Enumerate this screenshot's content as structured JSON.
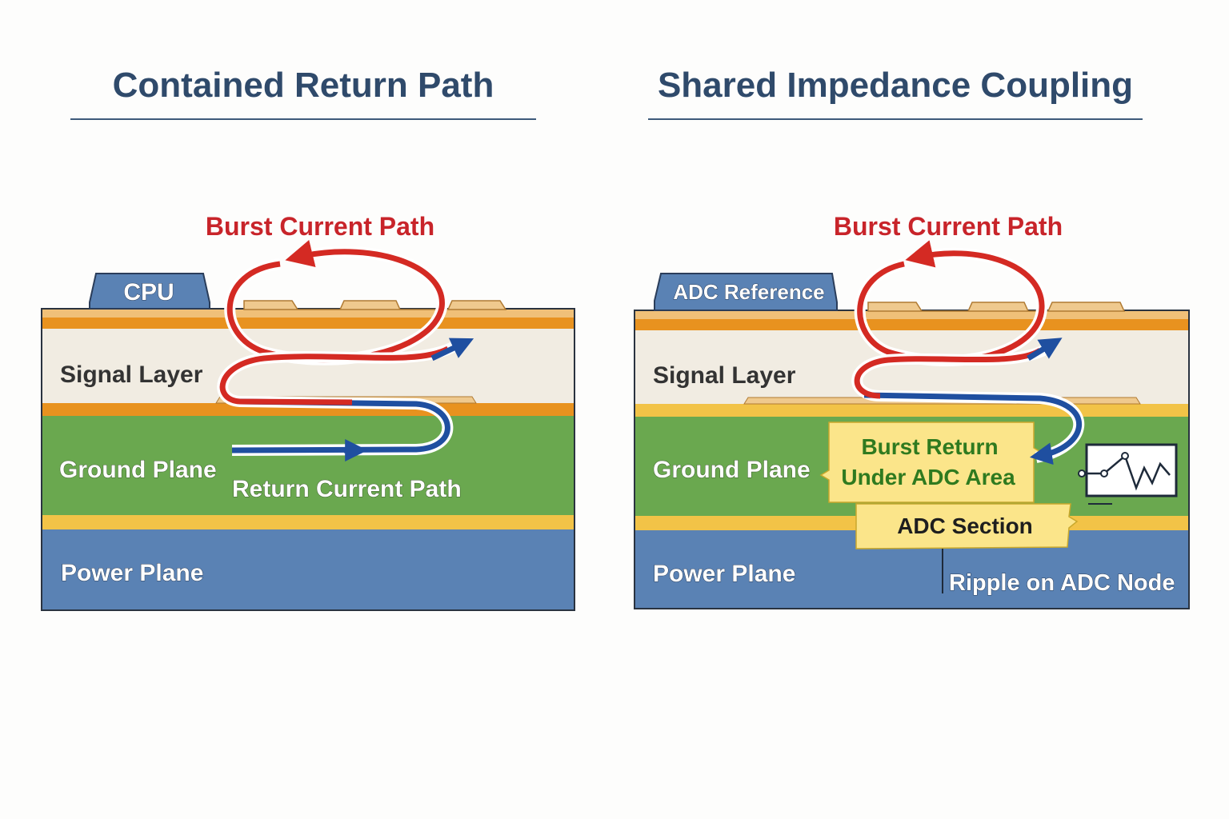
{
  "left_panel": {
    "title": "Contained Return Path",
    "burst_label": "Burst Current Path",
    "chip_label": "CPU",
    "signal_layer_label": "Signal Layer",
    "ground_plane_label": "Ground Plane",
    "return_label": "Return Current Path",
    "power_plane_label": "Power Plane"
  },
  "right_panel": {
    "title": "Shared Impedance Coupling",
    "burst_label": "Burst Current Path",
    "chip_label": "ADC Reference",
    "signal_layer_label": "Signal Layer",
    "ground_plane_label": "Ground Plane",
    "burst_return_line1": "Burst Return",
    "burst_return_line2": "Under ADC Area",
    "adc_section_label": "ADC Section",
    "power_plane_label": "Power Plane",
    "ripple_label": "Ripple on ADC Node",
    "scope_icon": "waveform-monitor-icon"
  },
  "colors": {
    "title": "#2f4a6b",
    "burst_path": "#d42a23",
    "return_path": "#1f4fa0",
    "signal_layer": "#f1ece2",
    "copper": "#e8921f",
    "ground_plane": "#6aa84f",
    "power_plane": "#5a82b4",
    "adc_highlight": "#fbe58a",
    "adc_text": "#2f7a1f",
    "chip": "#5a82b4"
  }
}
